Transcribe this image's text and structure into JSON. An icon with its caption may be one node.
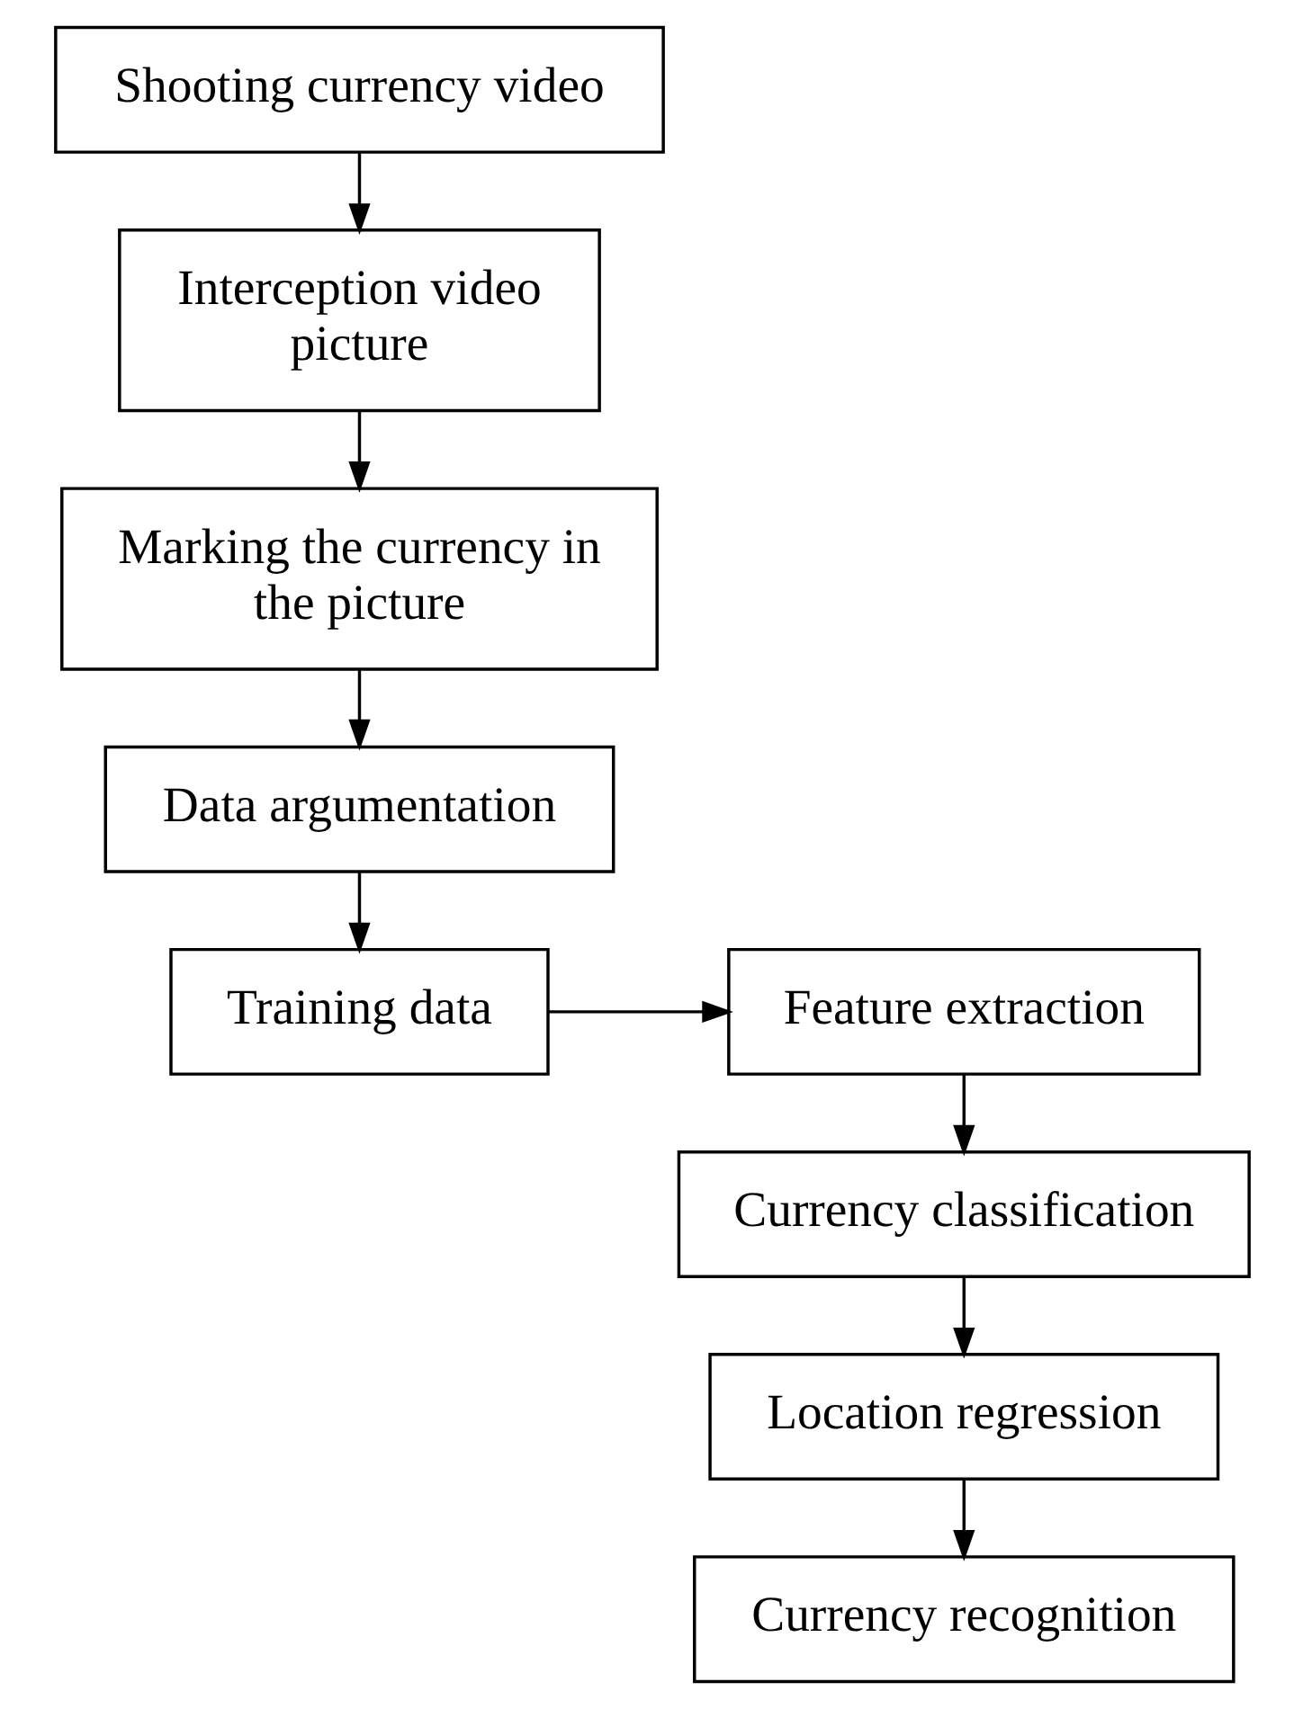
{
  "diagram": {
    "nodes": [
      {
        "text": [
          "Shooting currency video"
        ]
      },
      {
        "text": [
          "Interception video picture"
        ]
      },
      {
        "text": [
          "Marking the currency in the picture"
        ]
      },
      {
        "text": [
          "Data argumentation"
        ]
      },
      {
        "text": [
          "Training data"
        ]
      },
      {
        "text": [
          "Feature extraction"
        ]
      },
      {
        "text": [
          "Currency classification"
        ]
      },
      {
        "text": [
          "Location regression"
        ]
      },
      {
        "text": [
          "Currency recognition"
        ]
      }
    ],
    "edges": [
      {
        "from": 0,
        "to": 1,
        "arrow": "to"
      },
      {
        "from": 1,
        "to": 2,
        "arrow": "to"
      },
      {
        "from": 2,
        "to": 3,
        "arrow": "to"
      },
      {
        "from": 3,
        "to": 4,
        "arrow": "to"
      },
      {
        "from": 4,
        "to": 5,
        "arrow": "to"
      },
      {
        "from": 5,
        "to": 6,
        "arrow": "to"
      },
      {
        "from": 6,
        "to": 7,
        "arrow": "to"
      },
      {
        "from": 7,
        "to": 8,
        "arrow": "to"
      }
    ]
  }
}
